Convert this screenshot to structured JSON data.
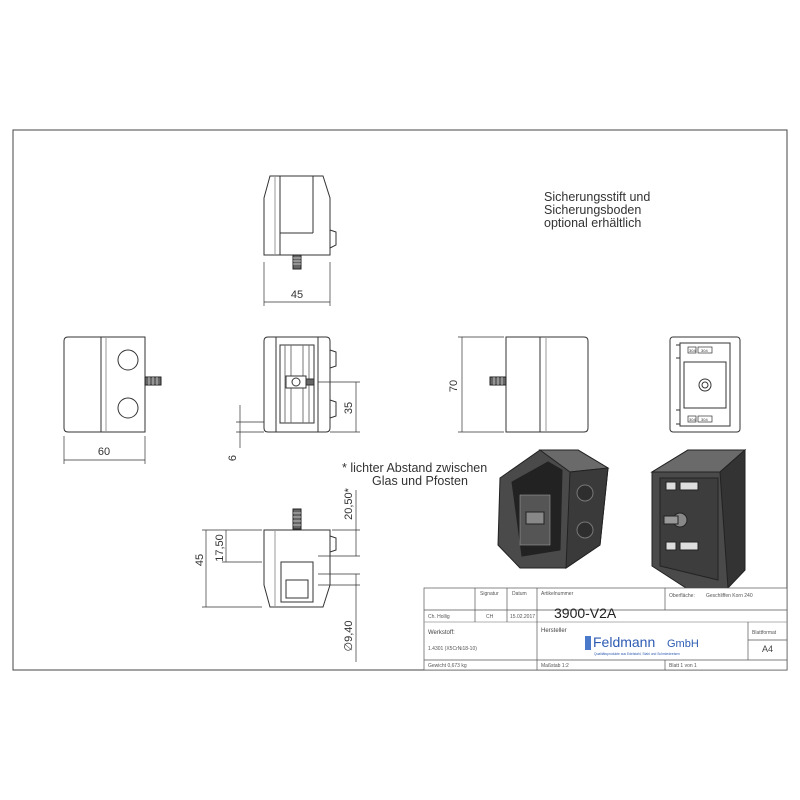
{
  "note": {
    "line1": "Sicherungsstift und",
    "line2": "Sicherungsboden",
    "line3": "optional erhältlich"
  },
  "footnote": {
    "line1": "* lichter Abstand zwischen",
    "line2": "Glas und Pfosten"
  },
  "dimensions": {
    "top_width": "45",
    "left_width": "60",
    "height_70": "70",
    "height_35": "35",
    "gap_6": "6",
    "bottom_20_50": "20,50*",
    "bottom_17_50": "17,50",
    "bottom_45": "45",
    "bottom_9_40": "∅9,40"
  },
  "back_view_tags": {
    "tag1": "304",
    "tag2": "304",
    "tag3": "304",
    "tag4": "304"
  },
  "title_block": {
    "header_signatur": "Signatur",
    "header_datum": "Datum",
    "header_artikelnummer": "Artikelnummer",
    "header_oberflaeche": "Oberfläche:",
    "oberflaeche_value": "Geschliffen Korn 240",
    "row_name": "Ch. Hollig",
    "row_signatur": "CH",
    "row_datum": "15.02.2017",
    "article_number": "3900-V2A",
    "werkstoff_label": "Werkstoff:",
    "werkstoff_value": "1.4301 (X5CrNi18-10)",
    "hersteller_label": "Hersteller",
    "company_name": "Feldmann",
    "company_suffix": "GmbH",
    "company_tagline": "Qualitätsprodukte aus Edelstahl, Stahl und Schmiedeeisen",
    "blattformat_label": "Blattformat",
    "blattformat_value": "A4",
    "gewicht": "Gewicht 0,673 kg",
    "massstab": "Maßstab 1:2",
    "blatt": "Blatt 1 von 1"
  }
}
